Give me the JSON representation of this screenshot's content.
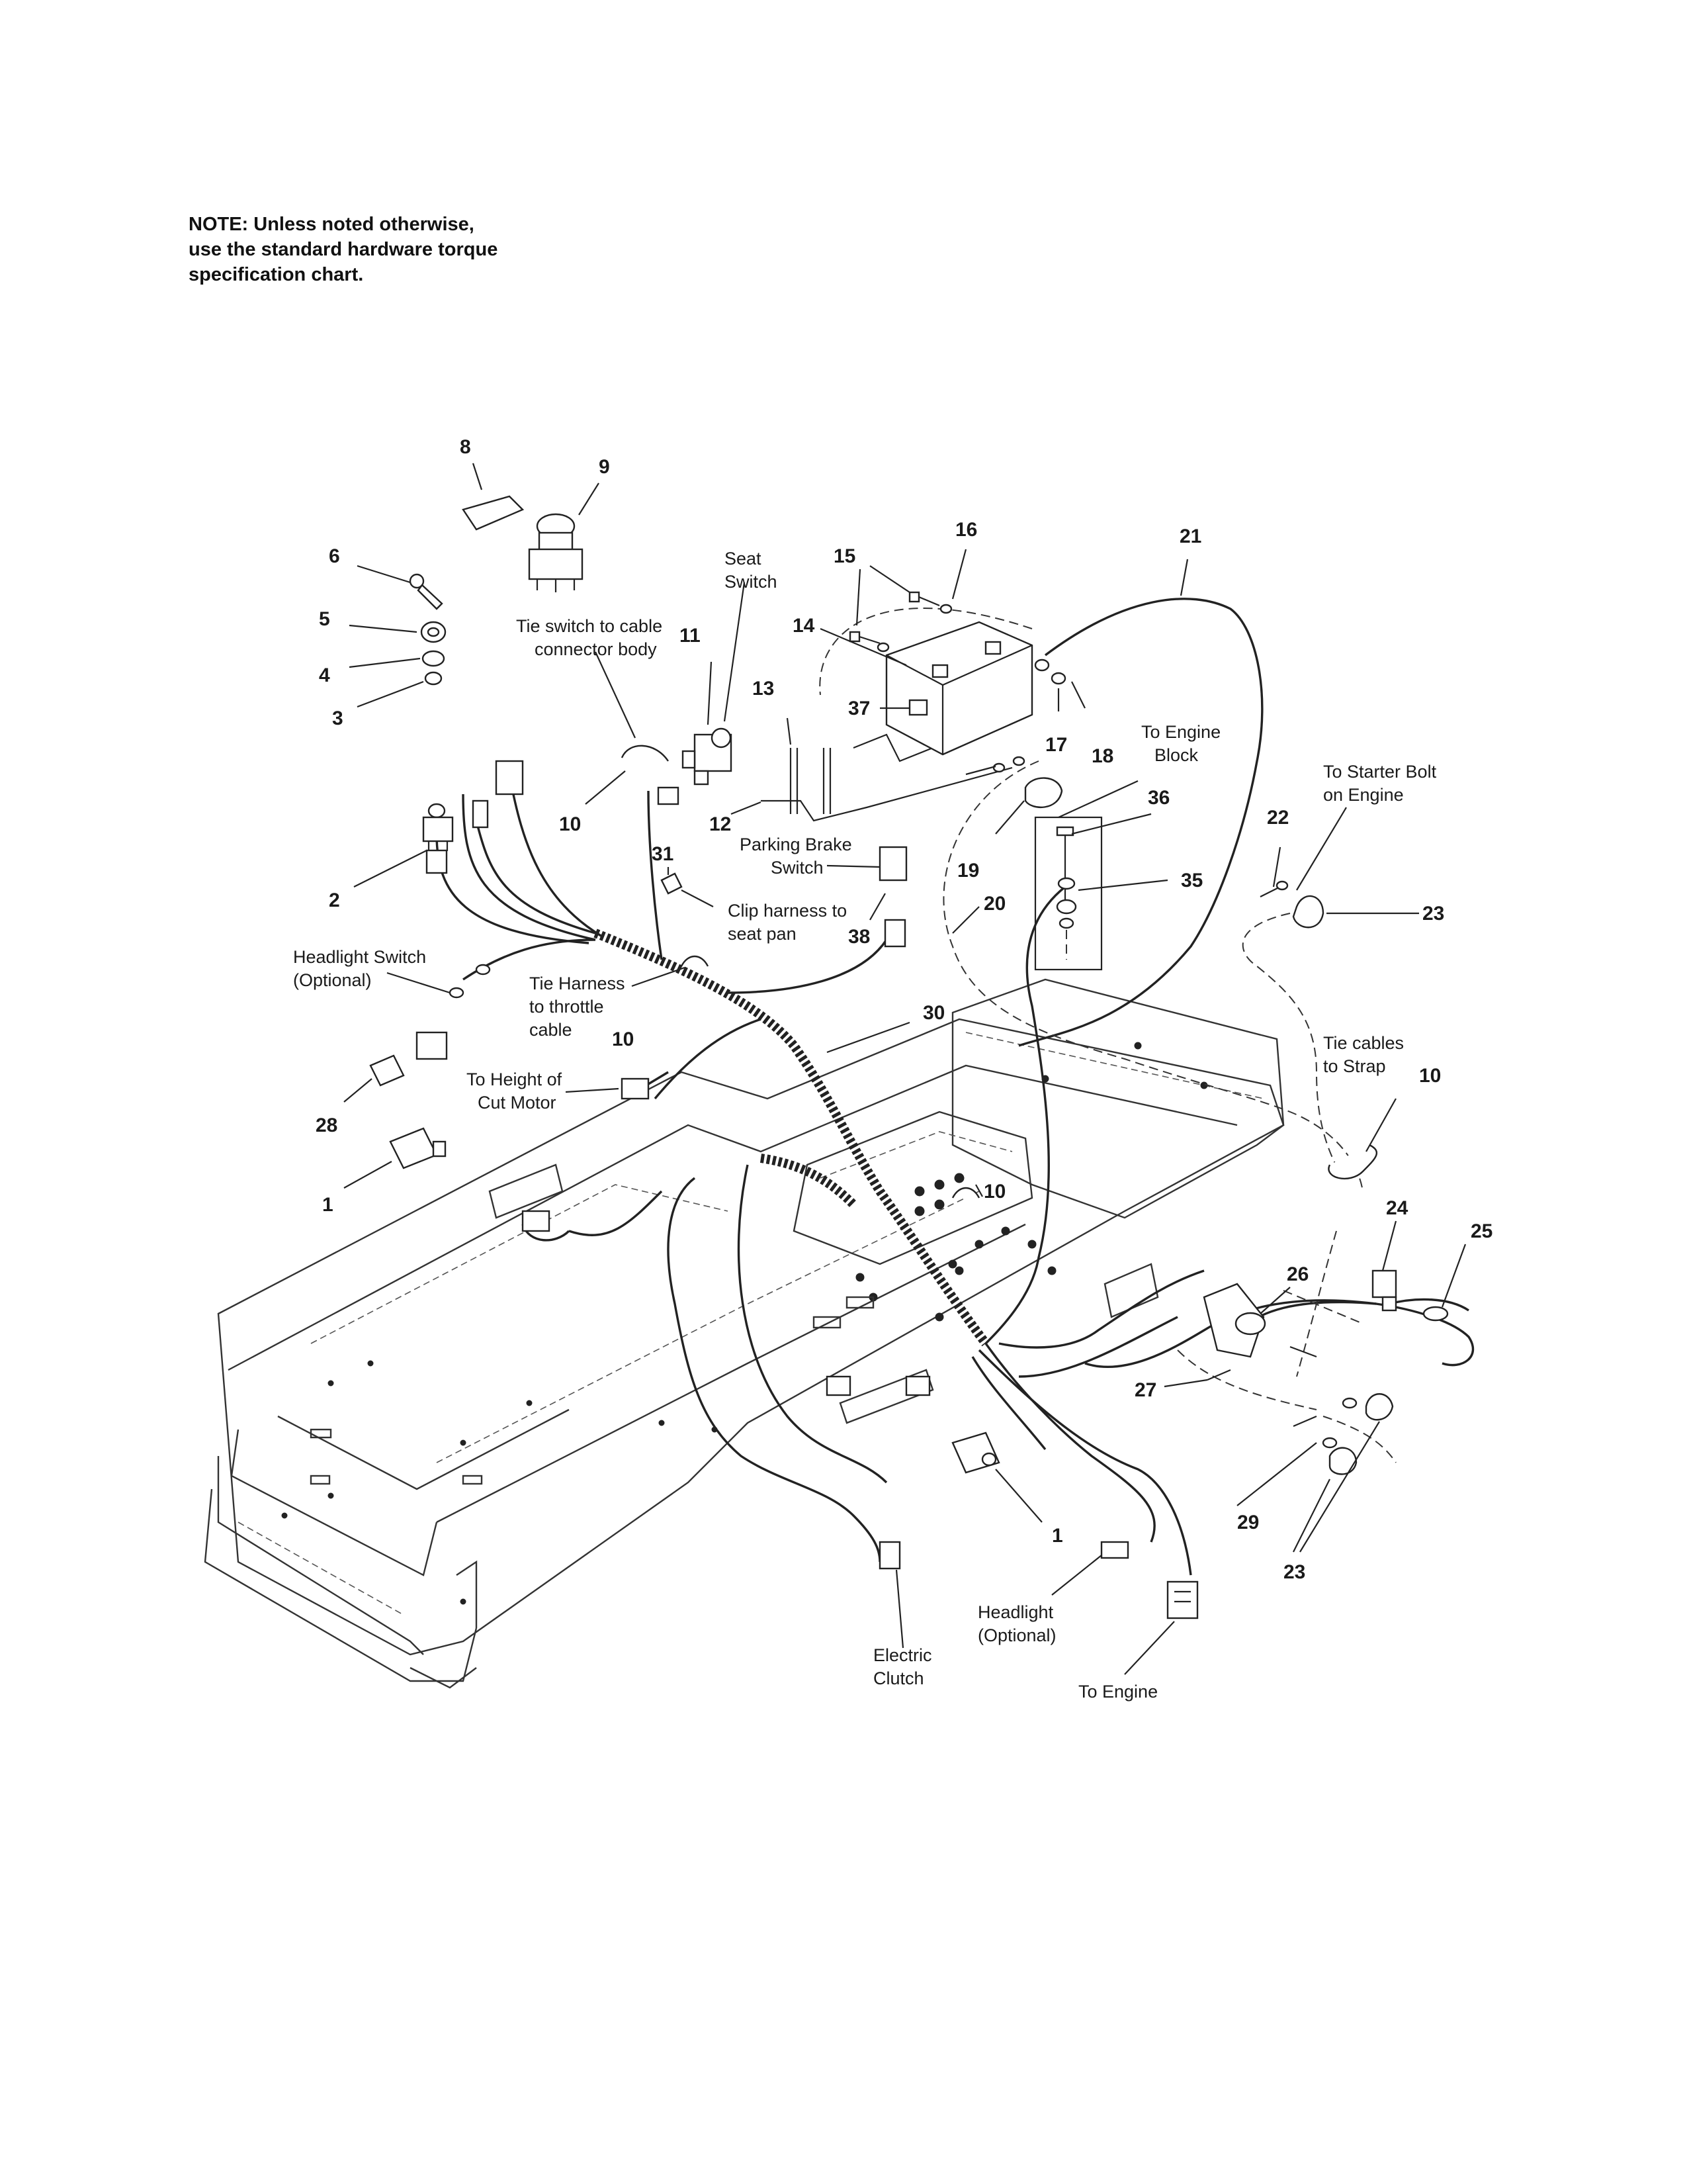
{
  "note": {
    "lines": [
      "NOTE: Unless noted otherwise,",
      "use the standard hardware torque",
      "specification chart."
    ]
  },
  "labels": {
    "seat_switch": [
      "Seat",
      "Switch"
    ],
    "tie_switch_to_cable": [
      "Tie switch to cable",
      "connector body"
    ],
    "to_engine_block": [
      "To Engine",
      "Block"
    ],
    "to_starter_bolt": [
      "To Starter Bolt",
      "on Engine"
    ],
    "parking_brake_switch": [
      "Parking Brake",
      "Switch"
    ],
    "clip_harness": [
      "Clip harness to",
      "seat pan"
    ],
    "headlight_switch": [
      "Headlight Switch",
      "(Optional)"
    ],
    "tie_harness_throttle": [
      "Tie Harness",
      "to throttle",
      "cable"
    ],
    "to_height_of_cut_motor": [
      "To Height of",
      "Cut Motor"
    ],
    "tie_cables_to_strap": [
      "Tie cables",
      "to Strap"
    ],
    "headlight_optional": [
      "Headlight",
      "(Optional)"
    ],
    "electric_clutch": [
      "Electric",
      "Clutch"
    ],
    "to_engine": "To Engine"
  },
  "callouts": {
    "c8": "8",
    "c9": "9",
    "c6": "6",
    "c5": "5",
    "c4": "4",
    "c3": "3",
    "c11": "11",
    "c15": "15",
    "c16": "16",
    "c21": "21",
    "c14": "14",
    "c13": "13",
    "c37": "37",
    "c17": "17",
    "c18": "18",
    "c36": "36",
    "c22": "22",
    "c23a": "23",
    "c35": "35",
    "c12": "12",
    "c31": "31",
    "c19": "19",
    "c20": "20",
    "c38": "38",
    "c10a": "10",
    "c2": "2",
    "c10b": "10",
    "c30": "30",
    "c28": "28",
    "c1a": "1",
    "c10c": "10",
    "c10d": "10",
    "c24": "24",
    "c25": "25",
    "c26": "26",
    "c27": "27",
    "c1b": "1",
    "c29": "29",
    "c23b": "23"
  }
}
